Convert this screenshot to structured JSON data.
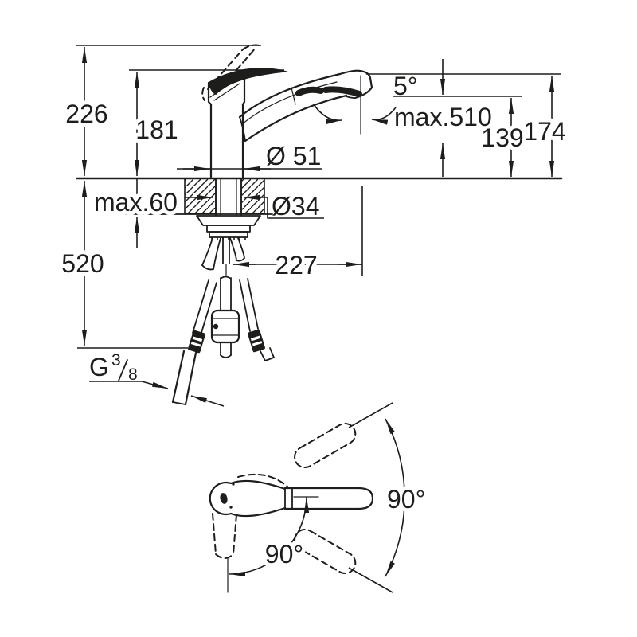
{
  "title": "Faucet installation dimension drawing",
  "colors": {
    "ink": "#1d1d1b",
    "background": "#ffffff"
  },
  "side_view": {
    "overall_height": "226",
    "height_to_handle": "181",
    "body_diameter": "Ø 51",
    "max_deck_thickness": "max.60",
    "shank_diameter": "Ø34",
    "hose_drop_below_deck": "520",
    "spout_reach": "227",
    "spout_tilt_angle": "5°",
    "pullout_hose_length": "max.510",
    "outlet_height": "139",
    "spout_top_height": "174",
    "connection_thread": {
      "letter": "G",
      "numerator": "3",
      "denominator": "8"
    }
  },
  "top_view": {
    "spout_swivel_angle": "90°",
    "handle_swing_angle": "90°"
  }
}
